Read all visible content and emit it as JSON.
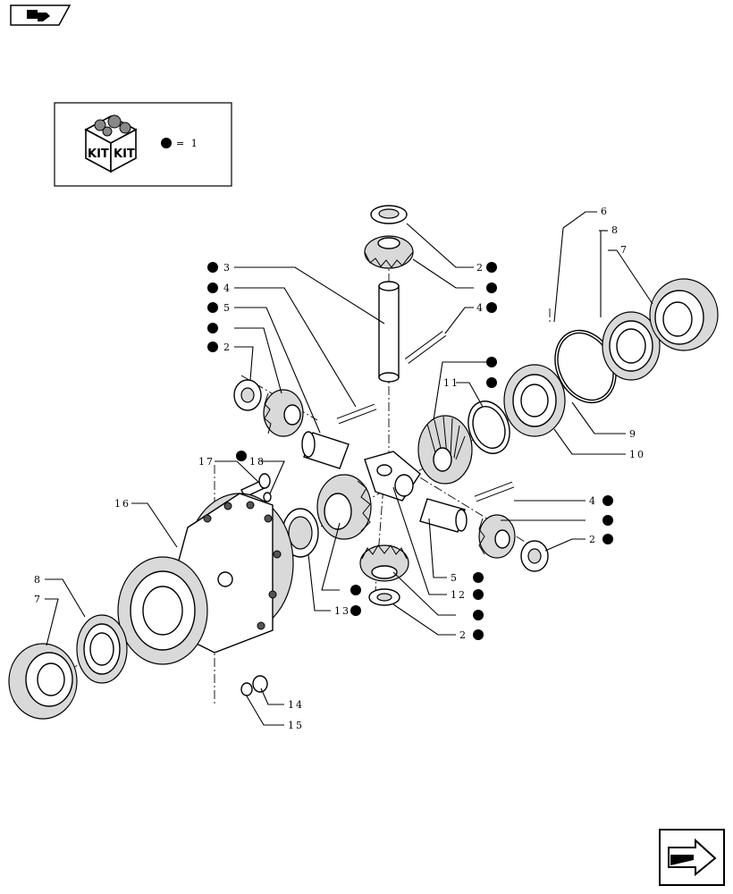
{
  "legend": {
    "kit_text_left": "KIT",
    "kit_text_right": "KIT",
    "equation": "= 1"
  },
  "callouts": [
    {
      "id": "c6",
      "text": "6"
    },
    {
      "id": "c8r",
      "text": "8"
    },
    {
      "id": "c7r",
      "text": "7"
    },
    {
      "id": "c3",
      "text": "3"
    },
    {
      "id": "c2a",
      "text": "2"
    },
    {
      "id": "c4a",
      "text": "4"
    },
    {
      "id": "c4b",
      "text": "4"
    },
    {
      "id": "c5a",
      "text": "5"
    },
    {
      "id": "c2b",
      "text": "2"
    },
    {
      "id": "c11",
      "text": "11"
    },
    {
      "id": "c9",
      "text": "9"
    },
    {
      "id": "c10",
      "text": "10"
    },
    {
      "id": "c17",
      "text": "17"
    },
    {
      "id": "c18",
      "text": "18"
    },
    {
      "id": "c16",
      "text": "16"
    },
    {
      "id": "c4c",
      "text": "4"
    },
    {
      "id": "c2c",
      "text": "2"
    },
    {
      "id": "c8l",
      "text": "8"
    },
    {
      "id": "c7l",
      "text": "7"
    },
    {
      "id": "c5b",
      "text": "5"
    },
    {
      "id": "c12",
      "text": "12"
    },
    {
      "id": "c13",
      "text": "13"
    },
    {
      "id": "c2d",
      "text": "2"
    },
    {
      "id": "c14",
      "text": "14"
    },
    {
      "id": "c15",
      "text": "15"
    }
  ],
  "colors": {
    "ink": "#000000",
    "paper": "#ffffff"
  },
  "icons": {
    "top_left": "tractor-book-icon",
    "bottom_right": "next-page-arrow-icon"
  }
}
